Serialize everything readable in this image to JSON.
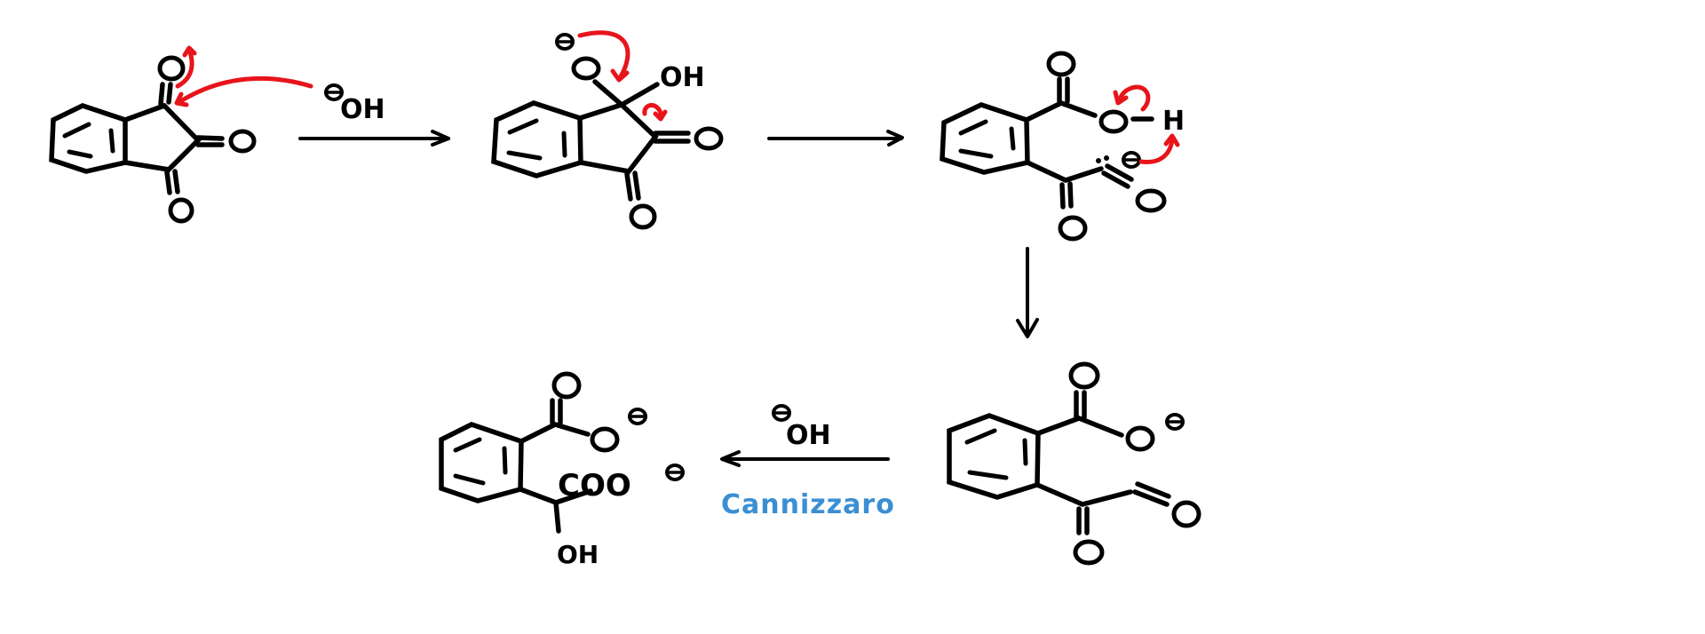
{
  "title": "Ninhydrin-type indanetrione ring opening and Cannizzaro reaction mechanism",
  "colors": {
    "ink": "#000000",
    "electron_arrow": "#e8141b",
    "annotation": "#3a8fd4",
    "background": "#ffffff"
  },
  "steps": [
    {
      "id": "indane-1-2-3-trione",
      "labels": [
        "O",
        "O",
        "O"
      ],
      "reagent": {
        "charge": "⊖",
        "label": "OH"
      }
    },
    {
      "id": "tetrahedral-alkoxide",
      "labels": [
        "⊖",
        "O",
        "OH",
        "O",
        "O"
      ]
    },
    {
      "id": "ring-opened-acyl-anion",
      "labels": [
        "O",
        "O",
        "H",
        "⊖",
        "O",
        "O"
      ]
    },
    {
      "id": "carboxylate-glyoxal",
      "labels": [
        "O",
        "O",
        "⊖",
        "O",
        "O"
      ]
    },
    {
      "id": "mandelate-dicarboxylate",
      "labels": [
        "O",
        "O",
        "⊖",
        "COO",
        "⊖",
        "OH"
      ]
    }
  ],
  "arrows": {
    "step3_to_4_reagent": {
      "charge": "⊖",
      "label": "OH"
    },
    "step4_to_5_annotation": "Cannizzaro"
  }
}
